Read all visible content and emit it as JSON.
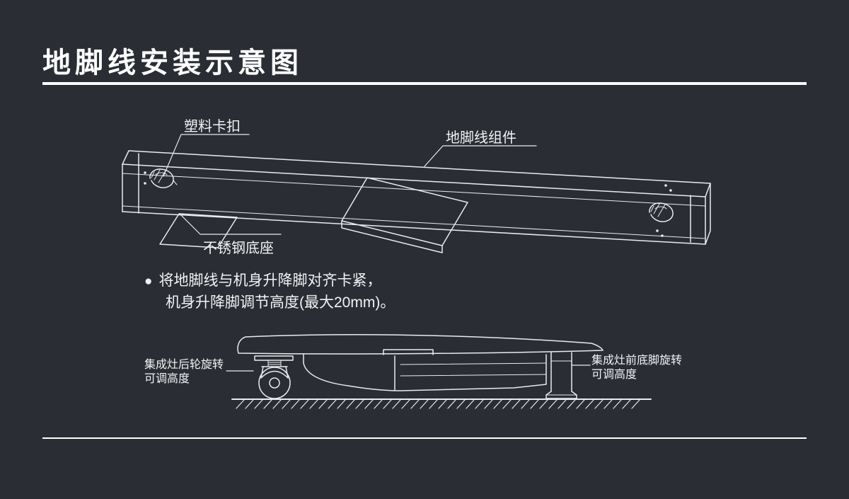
{
  "page": {
    "background": "#2a2d33",
    "line_color": "#e9ebee",
    "text_color": "#f2f3f5",
    "rule_color": "#ffffff"
  },
  "header": {
    "title": "地脚线安装示意图"
  },
  "top_diagram": {
    "labels": {
      "plastic_clip": "塑料卡扣",
      "assembly": "地脚线组件",
      "steel_base": "不锈钢底座"
    }
  },
  "note": {
    "bullet": "●",
    "line1": "将地脚线与机身升降脚对齐卡紧，",
    "line2": "机身升降脚调节高度(最大20mm)。"
  },
  "bottom_diagram": {
    "labels": {
      "rear_wheel_line1": "集成灶后轮旋转",
      "rear_wheel_line2": "可调高度",
      "front_foot_line1": "集成灶前底脚旋转",
      "front_foot_line2": "可调高度"
    }
  }
}
